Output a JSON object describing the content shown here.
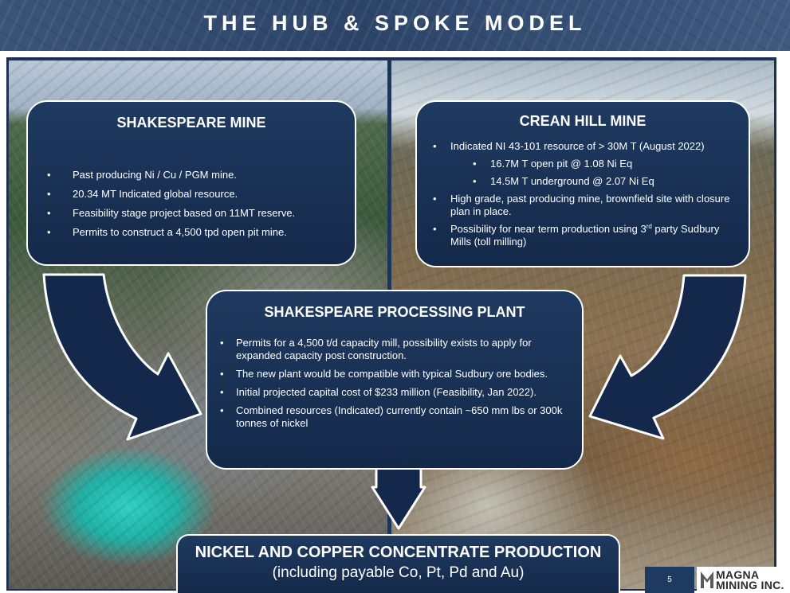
{
  "header": {
    "title": "THE HUB & SPOKE MODEL"
  },
  "shakespeare_mine": {
    "title": "SHAKESPEARE MINE",
    "bullets": [
      "Past producing Ni / Cu / PGM mine.",
      "20.34 MT Indicated global resource.",
      "Feasibility stage project based on 11MT reserve.",
      "Permits to construct a 4,500 tpd open pit mine."
    ]
  },
  "crean_hill_mine": {
    "title": "CREAN HILL MINE",
    "bullet_1": "Indicated NI 43-101 resource of > 30M T (August 2022)",
    "sub_bullets": [
      "16.7M T open pit @ 1.08 Ni Eq",
      "14.5M T underground @ 2.07 Ni Eq"
    ],
    "bullet_2": "High grade, past producing mine, brownfield site with closure plan in place.",
    "bullet_3_prefix": "Possibility for near term production using 3",
    "bullet_3_sup": "rd",
    "bullet_3_suffix": " party Sudbury Mills (toll milling)"
  },
  "processing_plant": {
    "title": "SHAKESPEARE PROCESSING PLANT",
    "bullets": [
      "Permits for a 4,500 t/d capacity mill, possibility exists to apply for expanded capacity post construction.",
      "The new plant would be compatible with typical Sudbury ore bodies.",
      "Initial projected capital cost of $233 million (Feasibility, Jan 2022).",
      "Combined resources (Indicated) currently contain ~650 mm lbs or 300k tonnes of nickel"
    ]
  },
  "concentrate": {
    "title": "NICKEL AND COPPER CONCENTRATE PRODUCTION",
    "subtitle": "(including payable Co, Pt, Pd and Au)"
  },
  "footer": {
    "page_number": "5",
    "logo_line1": "MAGNA",
    "logo_line2": "MINING INC."
  },
  "bullet_glyph": "•",
  "colors": {
    "navy": "#1f3a60",
    "navy_dark": "#14294a",
    "arrow": "#13284a"
  }
}
